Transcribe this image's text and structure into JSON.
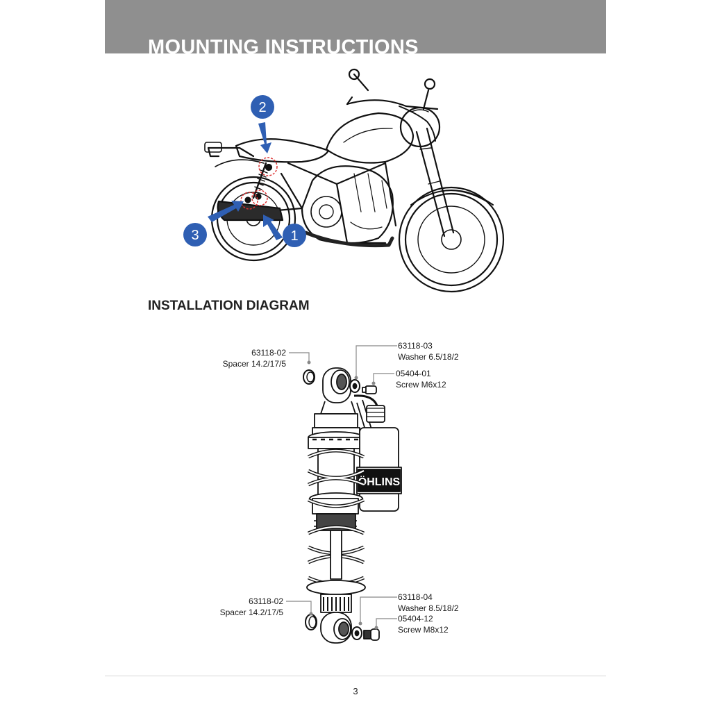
{
  "header": {
    "title": "MOUNTING INSTRUCTIONS"
  },
  "mounting_figure": {
    "callouts": [
      {
        "number": "1"
      },
      {
        "number": "2"
      },
      {
        "number": "3"
      }
    ],
    "accent_color": "#2f5fb3"
  },
  "installation": {
    "title": "INSTALLATION DIAGRAM",
    "brand_mark": "ÖHLINS",
    "parts": [
      {
        "code": "63118-02",
        "name": "Spacer 14.2/17/5"
      },
      {
        "code": "63118-03",
        "name": "Washer 6.5/18/2"
      },
      {
        "code": "05404-01",
        "name": "Screw M6x12"
      },
      {
        "code": "63118-02",
        "name": "Spacer 14.2/17/5"
      },
      {
        "code": "63118-04",
        "name": "Washer 8.5/18/2"
      },
      {
        "code": "05404-12",
        "name": "Screw M8x12"
      }
    ]
  },
  "footer": {
    "page_number": "3"
  }
}
